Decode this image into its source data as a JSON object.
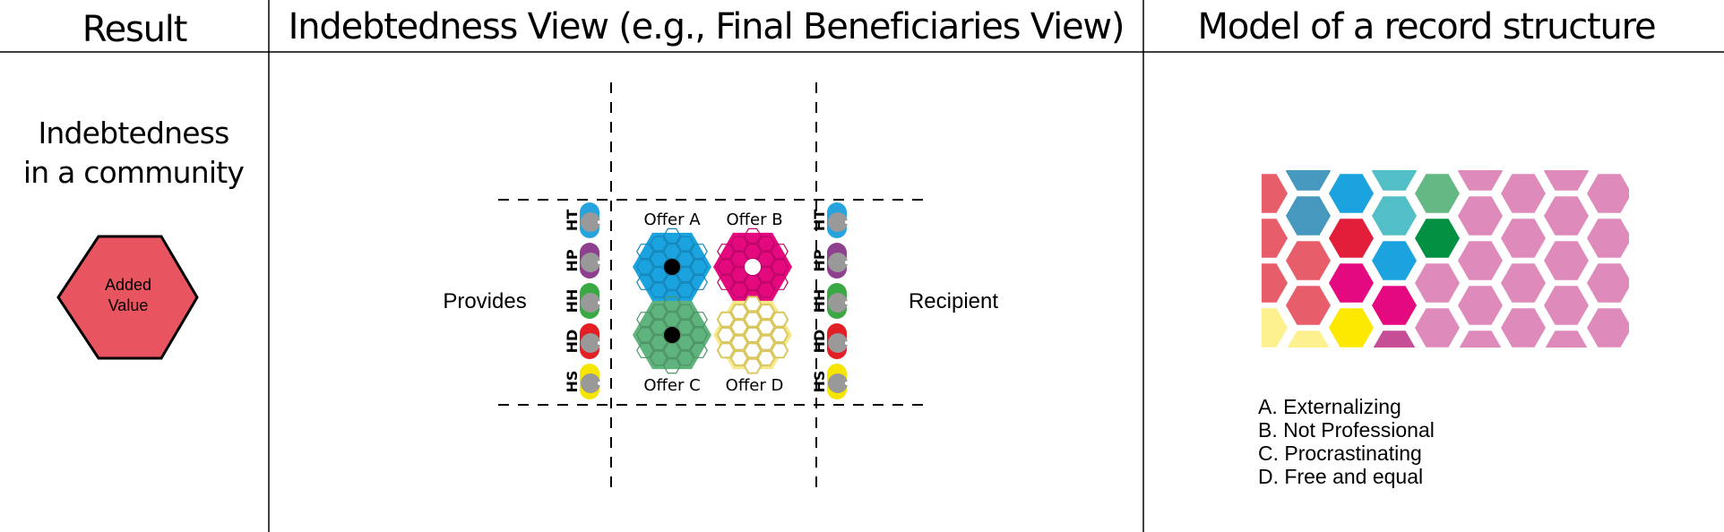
{
  "headers": {
    "result": "Result",
    "view": "Indebtedness View (e.g., Final Beneficiaries View)",
    "model": "Model of a record structure"
  },
  "result": {
    "line1": "Indebtedness",
    "line2": "in a community",
    "hexagon": {
      "line1": "Added",
      "line2": "Value",
      "color": "#e85560"
    }
  },
  "view": {
    "provides_label": "Provides",
    "recipient_label": "Recipient",
    "offers": [
      {
        "label": "Offer A",
        "color": "#1ba3e0",
        "dot": "black"
      },
      {
        "label": "Offer B",
        "color": "#e5097f",
        "dot": "white"
      },
      {
        "label": "Offer C",
        "color": "#5fb37c",
        "dot": "black"
      },
      {
        "label": "Offer D",
        "color": "#f5e98a",
        "dot": "none"
      }
    ],
    "pills": [
      {
        "label": "HT",
        "color": "#27a4dd"
      },
      {
        "label": "HP",
        "color": "#8e3f8e"
      },
      {
        "label": "HH",
        "color": "#3aa843"
      },
      {
        "label": "HD",
        "color": "#e31e24"
      },
      {
        "label": "HS",
        "color": "#f6e500"
      }
    ]
  },
  "model": {
    "legend": [
      "A. Externalizing",
      "B. Not Professional",
      "C. Procrastinating",
      "D. Free and equal"
    ],
    "colors": {
      "pink": "#de8bbb",
      "red_light": "#e85d6a",
      "red": "#e31e3a",
      "blue_dark": "#4798be",
      "blue": "#1ba3e0",
      "teal": "#52bfc6",
      "green_light": "#64b884",
      "green": "#049043",
      "magenta": "#e5097f",
      "purple": "#c54e97",
      "yellow": "#fde800",
      "yellow_light": "#fdf08f",
      "rose_light": "#eaaab2"
    }
  }
}
